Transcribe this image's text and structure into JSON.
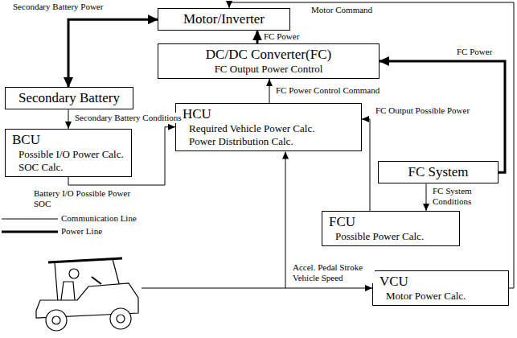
{
  "diagram": {
    "nodes": [
      {
        "text": [
          "Motor/Inverter"
        ]
      },
      {
        "text": [
          "DC/DC Converter(FC)",
          "FC Output Power Control"
        ]
      },
      {
        "text": [
          "Secondary Battery"
        ]
      },
      {
        "text": [
          "BCU",
          "Possible I/O Power Calc. SOC Calc."
        ]
      },
      {
        "text": [
          "HCU",
          "Required Vehicle Power Calc. Power Distribution Calc."
        ]
      },
      {
        "text": [
          "FC System"
        ]
      },
      {
        "text": [
          "FCU",
          "Possible Power Calc."
        ]
      },
      {
        "text": [
          "VCU",
          "Motor Power Calc."
        ]
      }
    ],
    "edges": [
      {
        "from": 7,
        "to": 0,
        "arrow": "to",
        "label": "Motor Command"
      },
      {
        "from": 0,
        "to": 2,
        "arrow": "both",
        "label": "Secondary Battery Power"
      },
      {
        "from": 1,
        "to": 0,
        "arrow": "to",
        "label": "FC Power"
      },
      {
        "from": 5,
        "to": 1,
        "arrow": "to",
        "label": "FC Power"
      },
      {
        "from": 2,
        "to": 3,
        "arrow": "to",
        "label": "Secondary Battery Conditions"
      },
      {
        "from": 3,
        "to": 4,
        "arrow": "to",
        "label": "Battery I/O Possible Power SOC"
      },
      {
        "from": 4,
        "to": 1,
        "arrow": "to",
        "label": "FC Power Control Command"
      },
      {
        "from": 6,
        "to": 4,
        "arrow": "to",
        "label": "FC Output Possible Power"
      },
      {
        "from": 5,
        "to": 6,
        "arrow": "to",
        "label": "FC System Conditions"
      }
    ],
    "labels": [
      "Accel. Pedal Stroke Vehicle Speed"
    ],
    "legend": [
      {
        "text": "Communication Line"
      },
      {
        "text": "Power Line"
      }
    ]
  }
}
